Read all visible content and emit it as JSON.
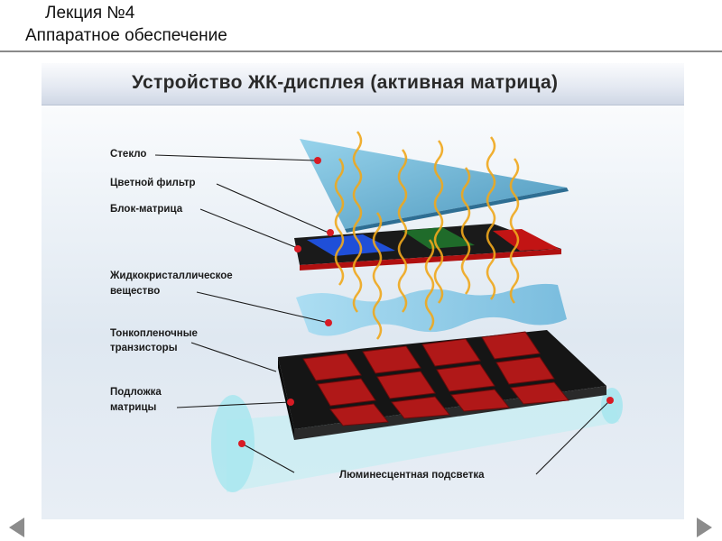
{
  "header": {
    "line1": "Лекция №4",
    "line2": "Аппаратное обеспечение"
  },
  "slide": {
    "title": "Устройство ЖК-дисплея (активная матрица)"
  },
  "labels": {
    "glass": "Стекло",
    "color_filter": "Цветной фильтр",
    "block_matrix": "Блок-матрица",
    "lc_line1": "Жидкокристаллическое",
    "lc_line2": "вещество",
    "tft_line1": "Тонкопленочные",
    "tft_line2": "транзисторы",
    "substrate_line1": "Подложка",
    "substrate_line2": "матрицы",
    "backlight": "Люминесцентная подсветка"
  },
  "colors": {
    "glass": "#5aaed0",
    "filter_blue": "#1f4fd8",
    "filter_green": "#1f6b2a",
    "filter_red": "#c21414",
    "tft": "#b01818",
    "substrate": "#151515",
    "marker": "#d81b24",
    "helix": "#f0a81c",
    "backlight": "#a8e6ee"
  },
  "navigation": {
    "prev_icon": "triangle-left-icon",
    "next_icon": "triangle-right-icon"
  }
}
